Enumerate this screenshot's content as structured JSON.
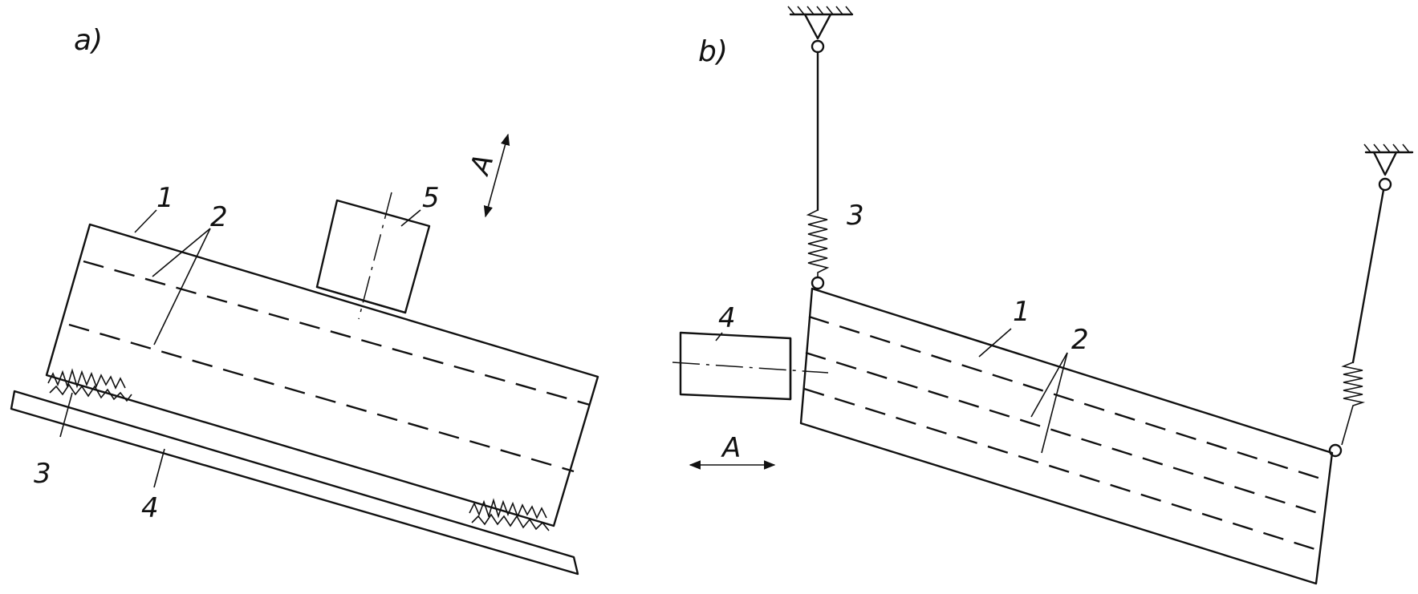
{
  "panel_a": {
    "caption": "a)",
    "labels": {
      "body": "1",
      "sieves": "2",
      "springs": "3",
      "base": "4",
      "vibrator": "5"
    },
    "direction_label": "A"
  },
  "panel_b": {
    "caption": "b)",
    "labels": {
      "body": "1",
      "sieves": "2",
      "spring": "3",
      "vibrator": "4"
    },
    "direction_label": "A"
  }
}
